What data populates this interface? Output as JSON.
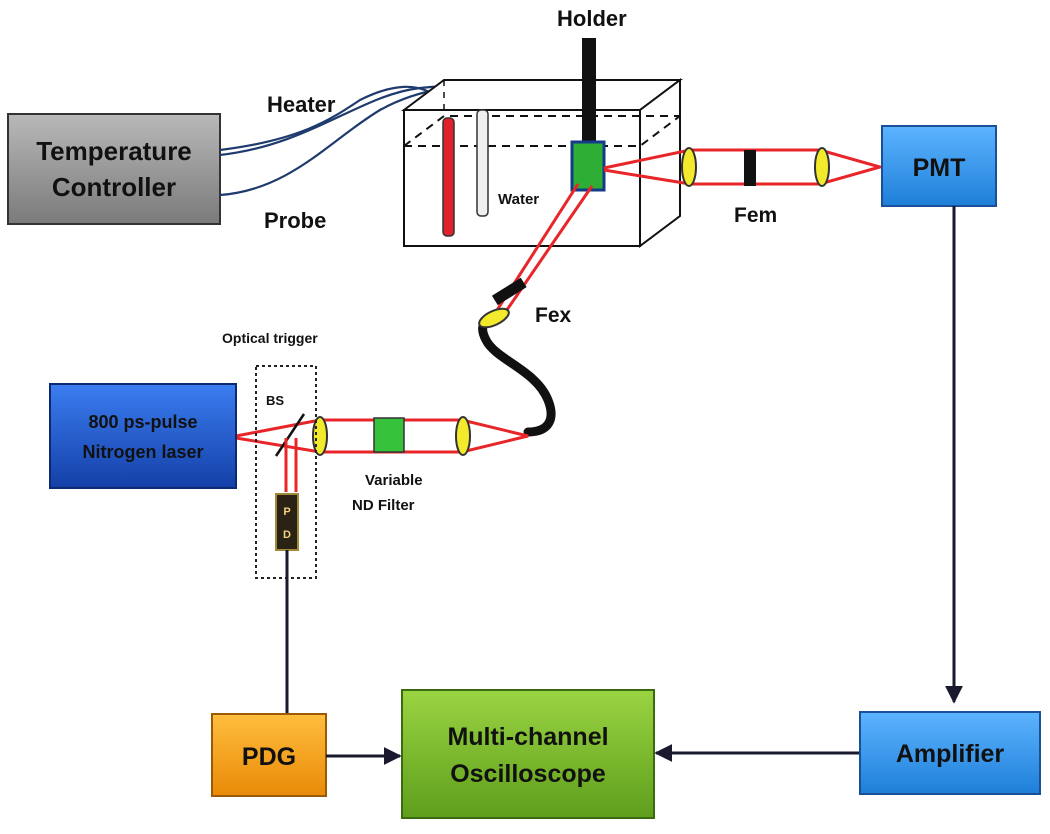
{
  "labels": {
    "temperature_controller": [
      "Temperature",
      "Controller"
    ],
    "heater": "Heater",
    "probe": "Probe",
    "holder": "Holder",
    "water": "Water",
    "pmt": "PMT",
    "fem": "Fem",
    "fex": "Fex",
    "optical_trigger": "Optical trigger",
    "laser": [
      "800 ps-pulse",
      "Nitrogen laser"
    ],
    "bs": "BS",
    "pd": [
      "P",
      "D"
    ],
    "nd_filter": [
      "Variable",
      "ND Filter"
    ],
    "pdg": "PDG",
    "oscilloscope": [
      "Multi-channel",
      "Oscilloscope"
    ],
    "amplifier": "Amplifier"
  },
  "colors": {
    "temperature_controller": "#8f8f8f",
    "pmt": "#3a9bef",
    "laser": "#1f5fd4",
    "pdg": "#f5a31c",
    "oscilloscope": "#7cbf2a",
    "amplifier": "#3a9bef",
    "beam": "#e8262a",
    "lens": "#f2ea2a",
    "filter_green": "#36c23a"
  }
}
